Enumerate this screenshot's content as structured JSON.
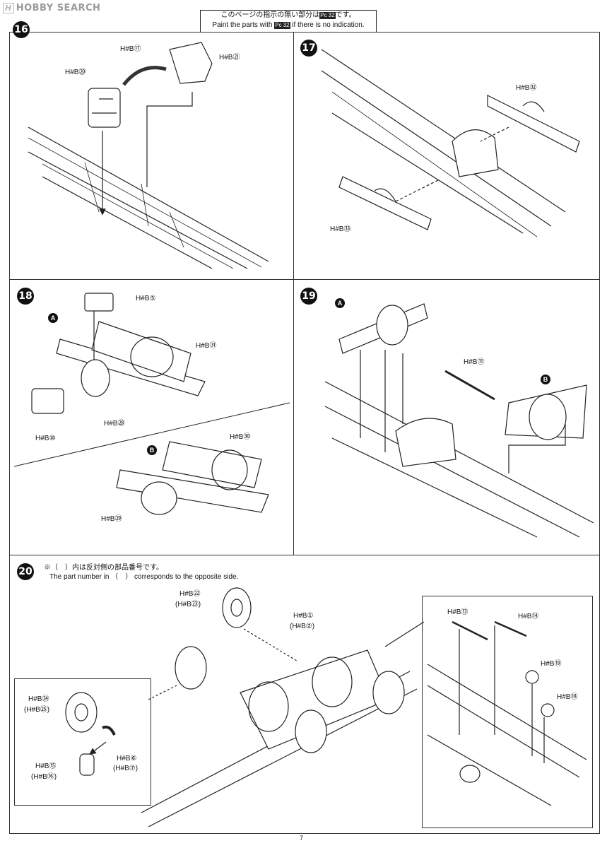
{
  "watermark": {
    "logo": "H",
    "text": "HOBBY SEARCH"
  },
  "header_note": {
    "jp_before": "このページの指示の無い部分は",
    "jp_code": "Pc",
    "jp_code_num": "32",
    "jp_after": "です。",
    "en_before": "Paint the parts with",
    "en_code": "Pc",
    "en_code_num": "32",
    "en_after": "if there is no indication."
  },
  "steps": {
    "s16": {
      "num": "16",
      "labels": [
        "H#B⑰",
        "H#B㉑",
        "H#B⑳"
      ]
    },
    "s17": {
      "num": "17",
      "labels": [
        "H#B㉜",
        "H#B㉝"
      ]
    },
    "s18": {
      "num": "18",
      "marker_a": "A",
      "marker_b": "B",
      "labels": [
        "H#B⑤",
        "H#B㉛",
        "H#B㉘",
        "H#B⑩",
        "H#B㉚",
        "H#B㉙"
      ]
    },
    "s19": {
      "num": "19",
      "marker_a": "A",
      "marker_b": "B",
      "labels": [
        "H#B⑪"
      ]
    },
    "s20": {
      "num": "20",
      "note_jp": "※（　）内は反対側の部品番号です。",
      "note_en": "The part number in （　） corresponds to the opposite side.",
      "labels": [
        "H#B㉒",
        "(H#B㉓)",
        "H#B①",
        "(H#B②)",
        "H#B㉔",
        "(H#B㉕)",
        "H#B⑥",
        "(H#B⑦)",
        "H#B⑮",
        "(H#B⑯)",
        "H#B⑬",
        "H#B⑭",
        "H#B⑲",
        "H#B⑱"
      ]
    }
  },
  "page_number": "7"
}
